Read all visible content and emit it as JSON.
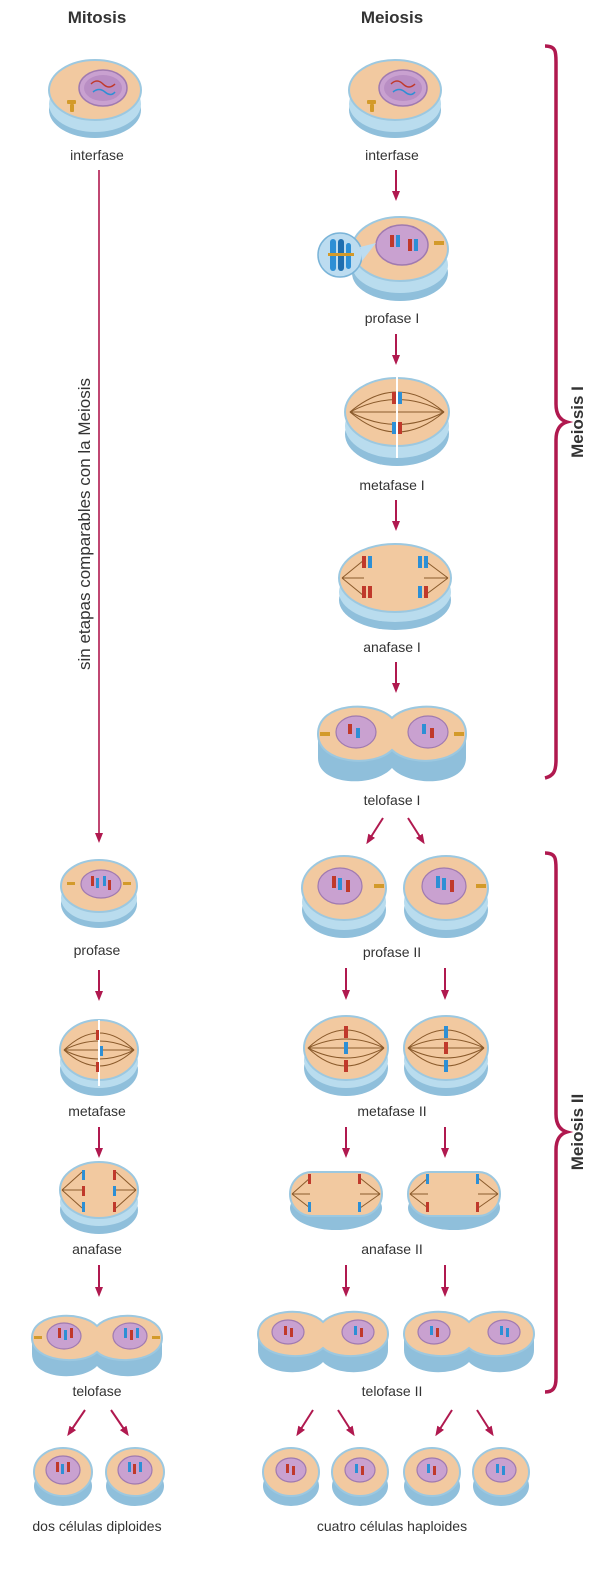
{
  "headers": {
    "mitosis": "Mitosis",
    "meiosis": "Meiosis"
  },
  "side_labels": {
    "meiosis1": "Meiosis I",
    "meiosis2": "Meiosis II",
    "no_stages": "sin etapas comparables con la Meiosis"
  },
  "mitosis_stages": {
    "interphase": "interfase",
    "prophase": "profase",
    "metaphase": "metafase",
    "anaphase": "anafase",
    "telophase": "telofase",
    "result": "dos células diploides"
  },
  "meiosis_stages": {
    "interphase": "interfase",
    "prophase1": "profase I",
    "metaphase1": "metafase I",
    "anaphase1": "anafase I",
    "telophase1": "telofase I",
    "prophase2": "profase II",
    "metaphase2": "metafase II",
    "anaphase2": "anafase II",
    "telophase2": "telofase II",
    "result": "cuatro células haploides"
  },
  "colors": {
    "arrow": "#b0194f",
    "brace": "#b0194f",
    "cytoplasm": "#f2c9a0",
    "membrane": "#9cc8e0",
    "nucleus": "#c9a1d0",
    "chrom_red": "#c0392b",
    "chrom_blue": "#2d8fd5",
    "centriole": "#d39a2a"
  }
}
